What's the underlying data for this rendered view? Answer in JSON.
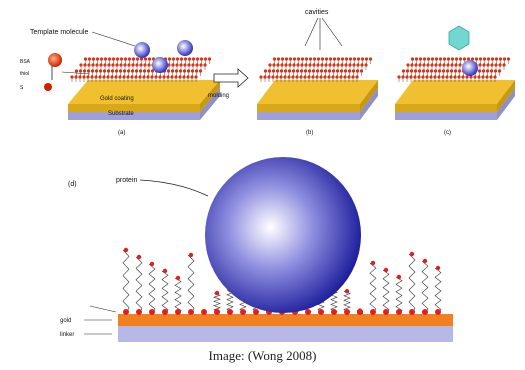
{
  "labels": {
    "template_molecule": "Template molecule",
    "gold_coating": "Gold coating",
    "subst": "Substrate",
    "molding": "molding",
    "cavities": "cavities",
    "panel_a": "(a)",
    "panel_b": "(b)",
    "panel_c": "(c)",
    "panel_d": "(d)",
    "protein": "protein",
    "gold": "gold",
    "linker": "linker",
    "small_1": "BSA",
    "small_2": "thiol",
    "small_3": "S"
  },
  "caption": "Image: (Wong 2008)",
  "colors": {
    "gold_layer": "#f0c030",
    "substrate": "#b8b8e8",
    "sam_red": "#e03010",
    "protein_blue": "#2020a0",
    "template_cyan": "#70d8d0"
  }
}
